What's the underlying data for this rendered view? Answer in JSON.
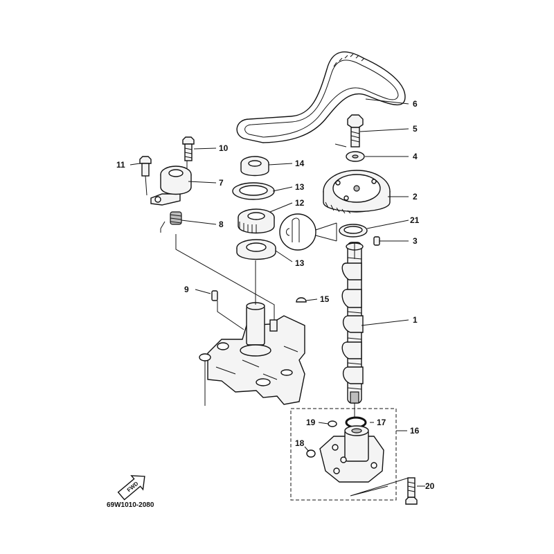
{
  "diagram": {
    "drawing_code": "69W1010-2080",
    "fwd_label": "FWD",
    "callouts": {
      "c1": "1",
      "c2": "2",
      "c3": "3",
      "c4": "4",
      "c5": "5",
      "c6": "6",
      "c7": "7",
      "c8": "8",
      "c9": "9",
      "c10": "10",
      "c11": "11",
      "c12": "12",
      "c13a": "13",
      "c13b": "13",
      "c14": "14",
      "c15": "15",
      "c16": "16",
      "c17": "17",
      "c18": "18",
      "c19": "19",
      "c20": "20",
      "c21": "21"
    }
  }
}
